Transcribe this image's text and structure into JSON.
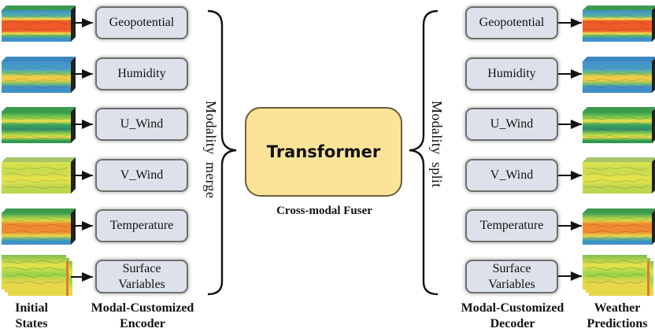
{
  "diagram": {
    "modalities": [
      "Geopotential",
      "Humidity",
      "U_Wind",
      "V_Wind",
      "Temperature",
      "Surface Variables"
    ],
    "encoder_side": {
      "inputs_caption": "Initial States",
      "encoder_caption": "Modal-Customized Encoder",
      "merge_label": "Modality  merge"
    },
    "center": {
      "block_label": "Transformer",
      "caption": "Cross-modal Fuser"
    },
    "decoder_side": {
      "split_label": "Modality  split",
      "decoder_caption": "Modal-Customized Decoder",
      "outputs_caption": "Weather Predictions"
    },
    "colors": {
      "modality_box_fill": "#dde2ea",
      "transformer_fill": "#fbe498"
    },
    "cube_themes": [
      "geopotential",
      "humidity",
      "u-wind",
      "v-wind",
      "temperature",
      "surface"
    ]
  }
}
